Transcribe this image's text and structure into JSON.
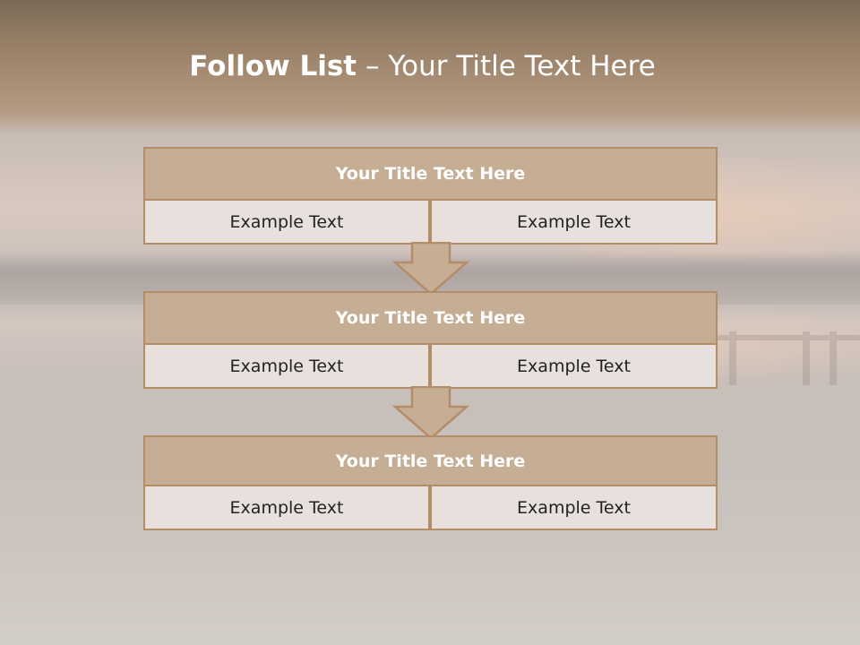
{
  "title": {
    "bold": "Follow List",
    "rest": "  – Your Title Text Here"
  },
  "steps": [
    {
      "heading": "Your Title Text Here",
      "left": "Example Text",
      "right": "Example Text"
    },
    {
      "heading": "Your Title Text Here",
      "left": "Example Text",
      "right": "Example Text"
    },
    {
      "heading": "Your Title Text Here",
      "left": "Example Text",
      "right": "Example Text"
    }
  ],
  "colors": {
    "header_fill": "#c6ae95",
    "border": "#b48c68",
    "cell_fill": "#e8e0dc",
    "arrow_fill": "#c6ae95"
  }
}
